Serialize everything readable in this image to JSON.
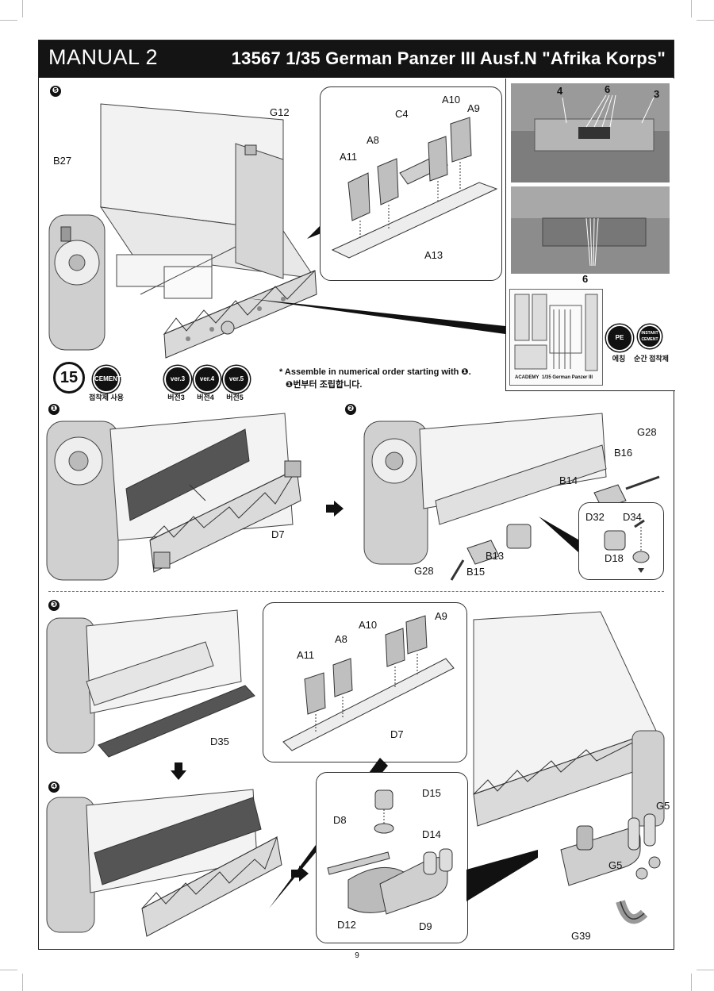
{
  "header": {
    "title": "MANUAL 2",
    "product": "13567 1/35 German Panzer III Ausf.N \"Afrika Korps\""
  },
  "step": {
    "number": "15",
    "cement": {
      "badge": "CEMENT",
      "caption": "접착제 사용"
    },
    "versions": [
      {
        "badge": "ver.3",
        "caption": "버전3"
      },
      {
        "badge": "ver.4",
        "caption": "버전4"
      },
      {
        "badge": "ver.5",
        "caption": "버전5"
      }
    ],
    "note_en": "* Assemble in numerical order starting with ❶.",
    "note_ko": "❶번부터 조립합니다."
  },
  "subtitles": {
    "s1": "❶",
    "s2": "❷",
    "s3": "❸",
    "s4": "❹",
    "s5a": "❺",
    "s5b": "❺"
  },
  "legend": {
    "pe": {
      "badge": "PE",
      "caption": "에칭"
    },
    "instant": {
      "badge": "INSTANT CEMENT",
      "caption": "순간 접착제"
    },
    "fret_caption": "1/35 German Panzer III",
    "fret_brand": "ACADEMY"
  },
  "parts": {
    "G12": "G12",
    "B27": "B27",
    "C4": "C4",
    "A10": "A10",
    "A9": "A9",
    "A8": "A8",
    "A11": "A11",
    "A13": "A13",
    "D7": "D7",
    "G28": "G28",
    "B16": "B16",
    "B14": "B14",
    "D32": "D32",
    "D34": "D34",
    "D18": "D18",
    "B13": "B13",
    "B15": "B15",
    "D35": "D35",
    "D15": "D15",
    "D14": "D14",
    "D8": "D8",
    "D12": "D12",
    "D9": "D9",
    "G5": "G5",
    "G39": "G39"
  },
  "photo_callouts": {
    "p4": "4",
    "p6": "6",
    "p3": "3",
    "p6b": "6"
  },
  "page_number": "9",
  "colors": {
    "header_bg": "#141414",
    "photo_gray": "#8a8a8a",
    "part_gray": "#555555"
  }
}
